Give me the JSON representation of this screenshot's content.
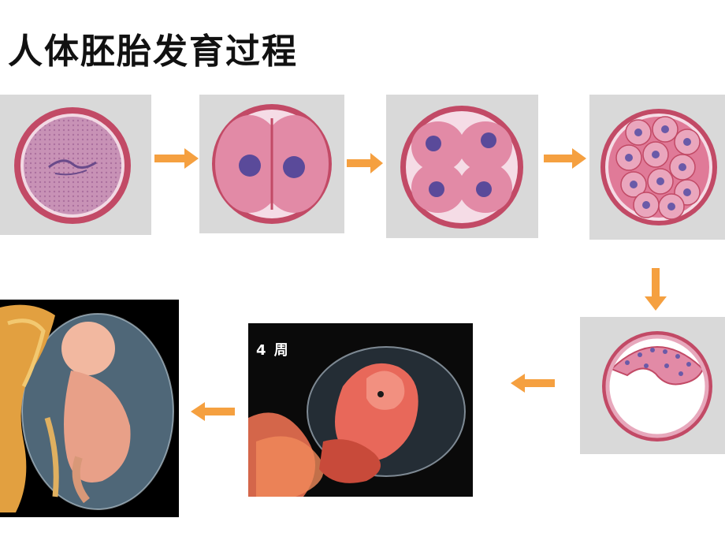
{
  "slide": {
    "title": "人体胚胎发育过程",
    "embryo_label": "4 周"
  },
  "colors": {
    "arrow": "#f5a040",
    "panel_bg": "#d9d9d9",
    "cell_rim": "#c04860",
    "cell_fill": "#e8a0b8",
    "nucleus": "#5a4a9a"
  },
  "stages": [
    {
      "icon": "zygote-icon"
    },
    {
      "icon": "two-cell-icon"
    },
    {
      "icon": "four-cell-icon"
    },
    {
      "icon": "morula-icon"
    },
    {
      "icon": "blastocyst-icon"
    },
    {
      "icon": "embryo-4-weeks-image"
    },
    {
      "icon": "fetus-image"
    }
  ]
}
